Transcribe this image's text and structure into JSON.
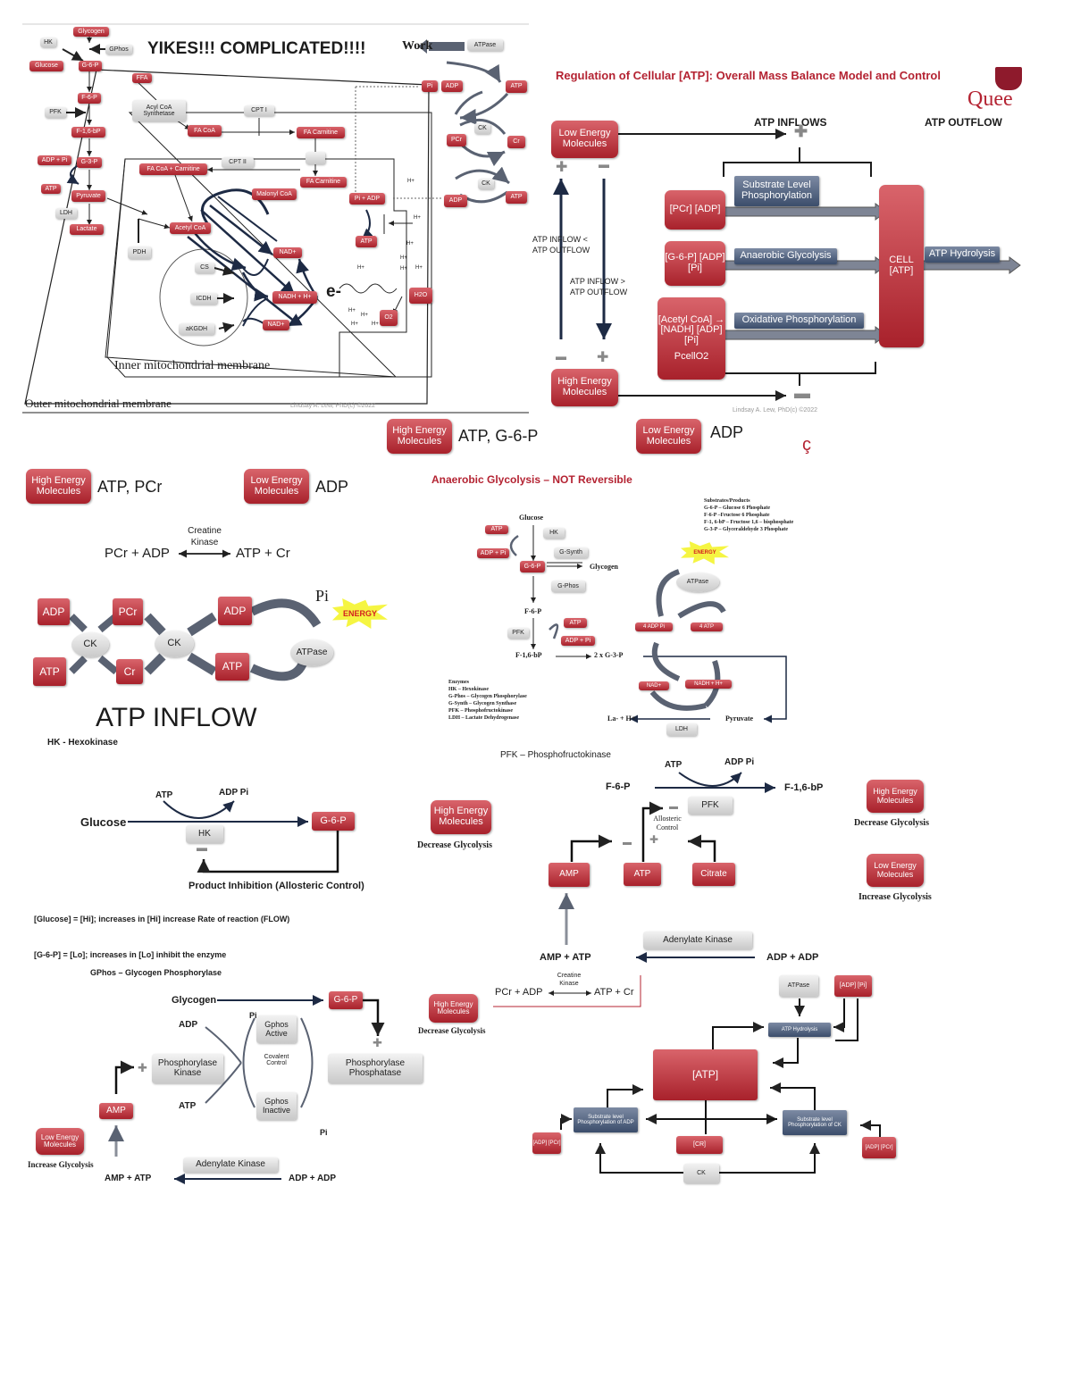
{
  "panel_mito": {
    "title": "YIKES!!!  COMPLICATED!!!!",
    "work_label": "Work",
    "boxes": {
      "glycogen": "Glycogen",
      "hk": "HK",
      "gphos": "GPhos",
      "glucose": "Glucose",
      "g6p": "G-6-P",
      "ffa": "FFA",
      "f6p": "F-6-P",
      "pfk": "PFK",
      "f16bp": "F-1,6-bP",
      "adp_pi": "ADP + Pi",
      "g3p": "G-3-P",
      "atp": "ATP",
      "pyruvate": "Pyruvate",
      "ldh": "LDH",
      "lactate": "Lactate",
      "pdh": "PDH",
      "acyl_coa_synthetase": "Acyl CoA Synthetase",
      "fa_coa": "FA CoA",
      "cpt1": "CPT I",
      "fa_carnitine": "FA Carnitine",
      "cpt2": "CPT II",
      "fa_coa_carnitine": "FA CoA + Carnitine",
      "fa_carnitine_2": "FA Carnitine",
      "malonyl_coa": "Malonyl CoA",
      "acetyl_coa": "Acetyl CoA",
      "nad": "NAD+",
      "nad_2": "NAD+",
      "cs": "CS",
      "icdh": "ICDH",
      "akgdh": "aKGDH",
      "nadh_h": "NADH + H+",
      "pi_adp": "Pi + ADP",
      "atp_mid": "ATP",
      "o2": "O2",
      "h2o": "H2O",
      "atpase": "ATPase",
      "pi": "Pi",
      "adp_top": "ADP",
      "atp_top": "ATP",
      "ck": "CK",
      "pcr": "PCr",
      "cr": "Cr",
      "ck_2": "CK",
      "adp_low": "ADP",
      "atp_low": "ATP"
    },
    "h_plus": "H+",
    "electron": "e-",
    "inner_membrane": "Inner mitochondrial membrane",
    "outer_membrane": "Outer mitochondrial membrane",
    "credit": "Lindsay A. Lew, PhD(c) ©2022"
  },
  "panel_regulation": {
    "title": "Regulation of Cellular [ATP]: Overall Mass Balance Model and Control",
    "logo_text": "Quee",
    "inflows": "ATP INFLOWS",
    "outflow": "ATP OUTFLOW",
    "low_energy": "Low Energy Molecules",
    "high_energy": "High Energy Molecules",
    "inflow_lt": "ATP INFLOW < ATP OUTFLOW",
    "inflow_gt": "ATP INFLOW > ATP OUTFLOW",
    "src1": "[PCr] [ADP]",
    "src2": "[G-6-P] [ADP] [Pi]",
    "src3": "[Acetyl CoA] → [NADH] [ADP] [Pi]",
    "src3_sub": "PcellO2",
    "path1": "Substrate Level Phosphorylation",
    "path2": "Anaerobic Glycolysis",
    "path3": "Oxidative Phosphorylation",
    "cell_atp": "CELL [ATP]",
    "hydrolysis": "ATP Hydrolysis",
    "credit": "Lindsay A. Lew, PhD(c) ©2022"
  },
  "legend_row1": {
    "high_energy_btn": "High Energy Molecules",
    "high_text": "ATP, G-6-P",
    "low_energy_btn": "Low Energy Molecules",
    "low_text": "ADP"
  },
  "panel_ck": {
    "high_btn": "High Energy Molecules",
    "high_text": "ATP, PCr",
    "low_btn": "Low Energy Molecules",
    "low_text": "ADP",
    "enzyme": "Creatine Kinase",
    "left_eq": "PCr + ADP",
    "right_eq": "ATP + Cr",
    "boxes": {
      "adp1": "ADP",
      "pcr": "PCr",
      "adp2": "ADP",
      "atp1": "ATP",
      "cr": "Cr",
      "atp2": "ATP"
    },
    "ck": "CK",
    "atpase": "ATPase",
    "pi": "Pi",
    "energy": "ENERGY",
    "inflow": "ATP INFLOW",
    "hk_def": "HK - Hexokinase"
  },
  "panel_hk": {
    "atp": "ATP",
    "adp_pi": "ADP Pi",
    "glucose": "Glucose",
    "g6p": "G-6-P",
    "hk": "HK",
    "product_inhibition": "Product Inhibition (Allosteric Control)",
    "note1": "[Glucose] = [Hi]; increases in [Hi] increase Rate of reaction (FLOW)",
    "note2": "[G-6-P] = [Lo]; increases in [Lo] inhibit the enzyme",
    "gphos_def": "GPhos – Glycogen Phosphorylase",
    "high_btn": "High Energy Molecules",
    "decrease": "Decrease Glycolysis"
  },
  "panel_glycogen": {
    "glycogen": "Glycogen",
    "g6p": "G-6-P",
    "adp": "ADP",
    "pi": "Pi",
    "pi2": "Pi",
    "gphos_active": "Gphos Active",
    "gphos_inactive": "Gphos Inactive",
    "covalent": "Covalent Control",
    "phos_kinase": "Phosphorylase Kinase",
    "phos_phosphatase": "Phosphorylase Phosphatase",
    "atp": "ATP",
    "amp": "AMP",
    "low_btn": "Low Energy Molecules",
    "increase": "Increase Glycolysis",
    "adenylate_kinase": "Adenylate Kinase",
    "amp_atp": "AMP  +  ATP",
    "adp_adp": "ADP + ADP"
  },
  "panel_anaerobic": {
    "title": "Anaerobic Glycolysis – NOT Reversible",
    "glucose": "Glucose",
    "atp": "ATP",
    "hk": "HK",
    "adp_pi": "ADP + Pi",
    "g_synth": "G-Synth",
    "g6p": "G-6-P",
    "glycogen": "Glycogen",
    "g_phos": "G-Phos",
    "f6p": "F-6-P",
    "pfk": "PFK",
    "atp2": "ATP",
    "adp_pi2": "ADP + Pi",
    "f16bp": "F-1,6-bP",
    "g3p2": "2 x G-3-P",
    "atpase": "ATPase",
    "energy": "ENERGY",
    "adp_4": "4 ADP Pi",
    "atp_4": "4 ATP",
    "nad": "NAD+",
    "nadh": "NADH + H+",
    "lactate": "La- + H+",
    "pyruvate": "Pyruvate",
    "ldh": "LDH",
    "sub_title": "Substrates/Products",
    "subs": [
      "G-6-P – Glucose 6 Phosphate",
      "F-6-P –Fructose 6 Phosphate",
      "F-1, 6-bP – Fructose 1,6 – bisphosphate",
      "G-3-P – Glyceraldehyde 3 Phosphate"
    ],
    "enz_title": "Enzymes",
    "enz": [
      "HK – Hexokinase",
      "G-Phos – Glycogen Phosphorylase",
      "G-Synth – Glycogen Synthase",
      "PFK – Phosphofructokinase",
      "LDH – Lactate Dehydrogenase"
    ]
  },
  "panel_pfk": {
    "title": "PFK – Phosphofructokinase",
    "atp": "ATP",
    "adp_pi": "ADP Pi",
    "f6p": "F-6-P",
    "f16bp": "F-1,6-bP",
    "pfk": "PFK",
    "allosteric": "Allosteric Control",
    "amp": "AMP",
    "atp_box": "ATP",
    "citrate": "Citrate",
    "high_btn": "High Energy Molecules",
    "decrease": "Decrease Glycolysis",
    "low_btn": "Low Energy Molecules",
    "increase": "Increase Glycolysis",
    "adenylate_kinase": "Adenylate Kinase",
    "amp_atp": "AMP + ATP",
    "adp_adp": "ADP + ADP",
    "creatine_kinase": "Creatine Kinase",
    "pcr_adp": "PCr + ADP",
    "atp_cr": "ATP + Cr",
    "high_btn2": "High Energy Molecules",
    "decrease2": "Decrease Glycolysis"
  },
  "panel_atp_network": {
    "atpase": "ATPase",
    "adp_pi": "[ADP] [Pi]",
    "hydrolysis": "ATP Hydrolysis",
    "atp": "[ATP]",
    "slp_adp": "Substrate level Phosphorylation of ADP",
    "slp_ck": "Substrate level Phosphorylation of CK",
    "adp_pcr": "[ADP] [PCr]",
    "cr": "[CR]",
    "adp_pcr2": "[ADP] [PCr]",
    "ck": "CK"
  }
}
